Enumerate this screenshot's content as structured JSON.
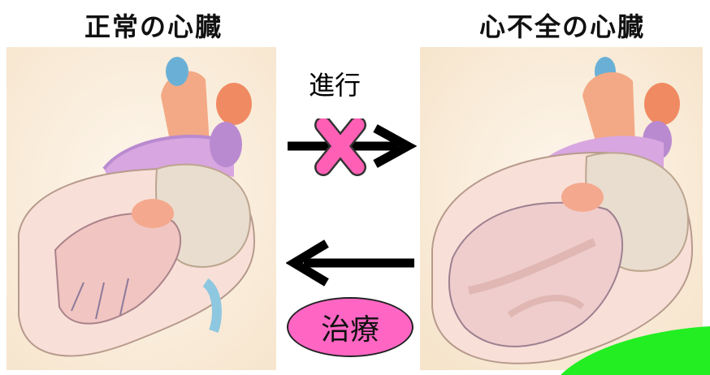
{
  "titles": {
    "normal_heart": "正常の心臓",
    "failing_heart": "心不全の心臓"
  },
  "labels": {
    "progression": "進行",
    "treatment": "治療"
  },
  "icons": {
    "forward_arrow": "arrow-right",
    "blocked_marker": "x-mark",
    "back_arrow": "arrow-left"
  },
  "colors": {
    "blocked_marker": "#ff5fb4",
    "treatment_badge": "#ff66c4",
    "green_accent": "#22ee22",
    "panel_background": "#fbeede"
  }
}
